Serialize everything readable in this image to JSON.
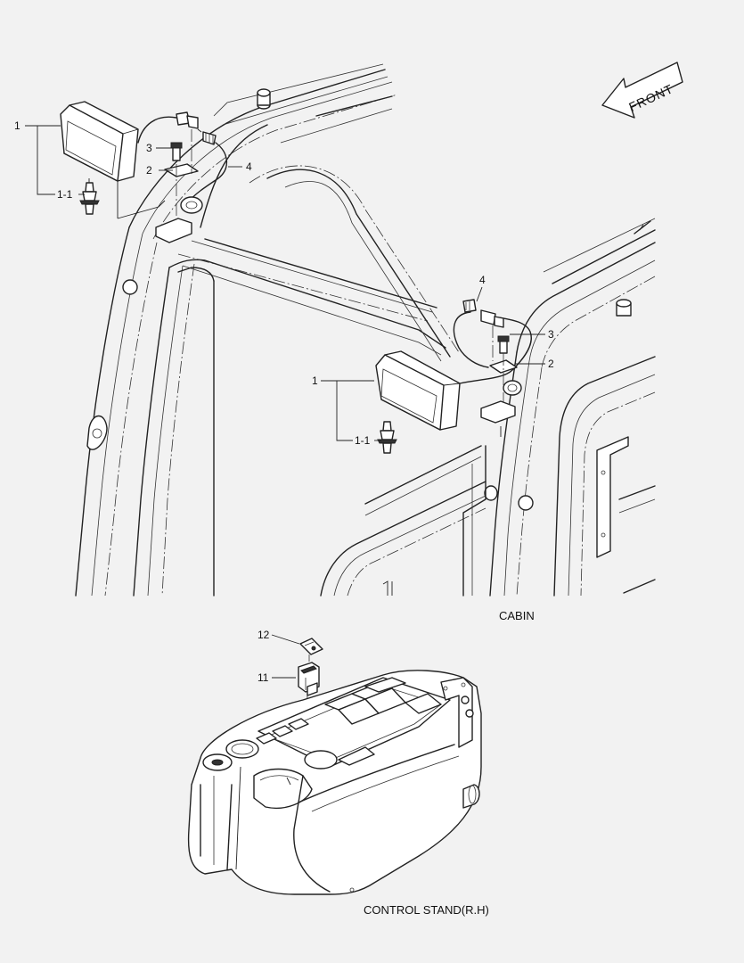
{
  "labels": {
    "front": "FRONT",
    "cabin": "CABIN",
    "control_stand": "CONTROL STAND(R.H)"
  },
  "callouts": {
    "left_lamp": "1",
    "left_bulb": "1-1",
    "left_bracket": "2",
    "left_bolt": "3",
    "left_harness": "4",
    "right_harness": "4",
    "right_bolt": "3",
    "right_bracket": "2",
    "right_lamp": "1",
    "right_bulb": "1-1",
    "switch_cover": "12",
    "switch": "11"
  }
}
